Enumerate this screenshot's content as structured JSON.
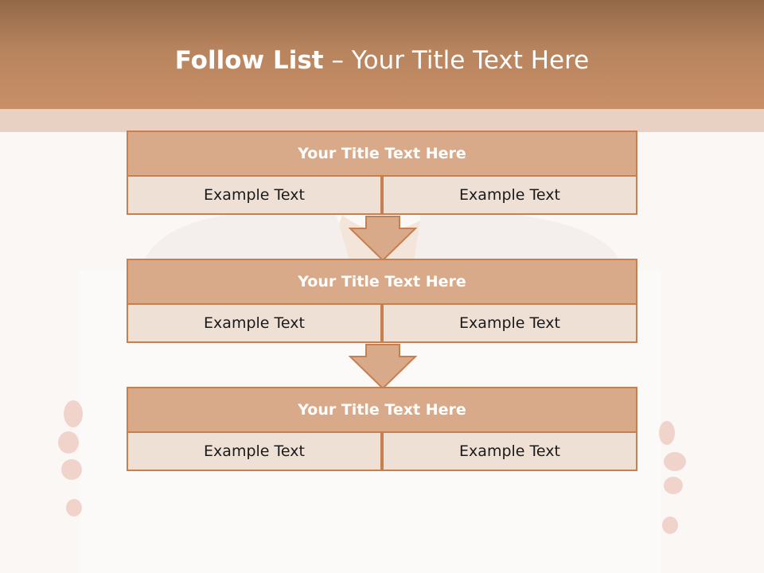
{
  "slide": {
    "title_bold": "Follow List",
    "title_rest": " – Your Title Text Here"
  },
  "blocks": [
    {
      "title": "Your Title Text Here",
      "left": "Example Text",
      "right": "Example Text"
    },
    {
      "title": "Your Title Text Here",
      "left": "Example Text",
      "right": "Example Text"
    },
    {
      "title": "Your Title Text Here",
      "left": "Example Text",
      "right": "Example Text"
    }
  ],
  "colors": {
    "header": "#c98f67",
    "title_fill": "#d8aa89",
    "cell_fill": "#efe0d6",
    "border": "#c87f4f",
    "arrow_fill": "#d8aa89"
  },
  "icons": [
    "down-arrow-icon"
  ]
}
